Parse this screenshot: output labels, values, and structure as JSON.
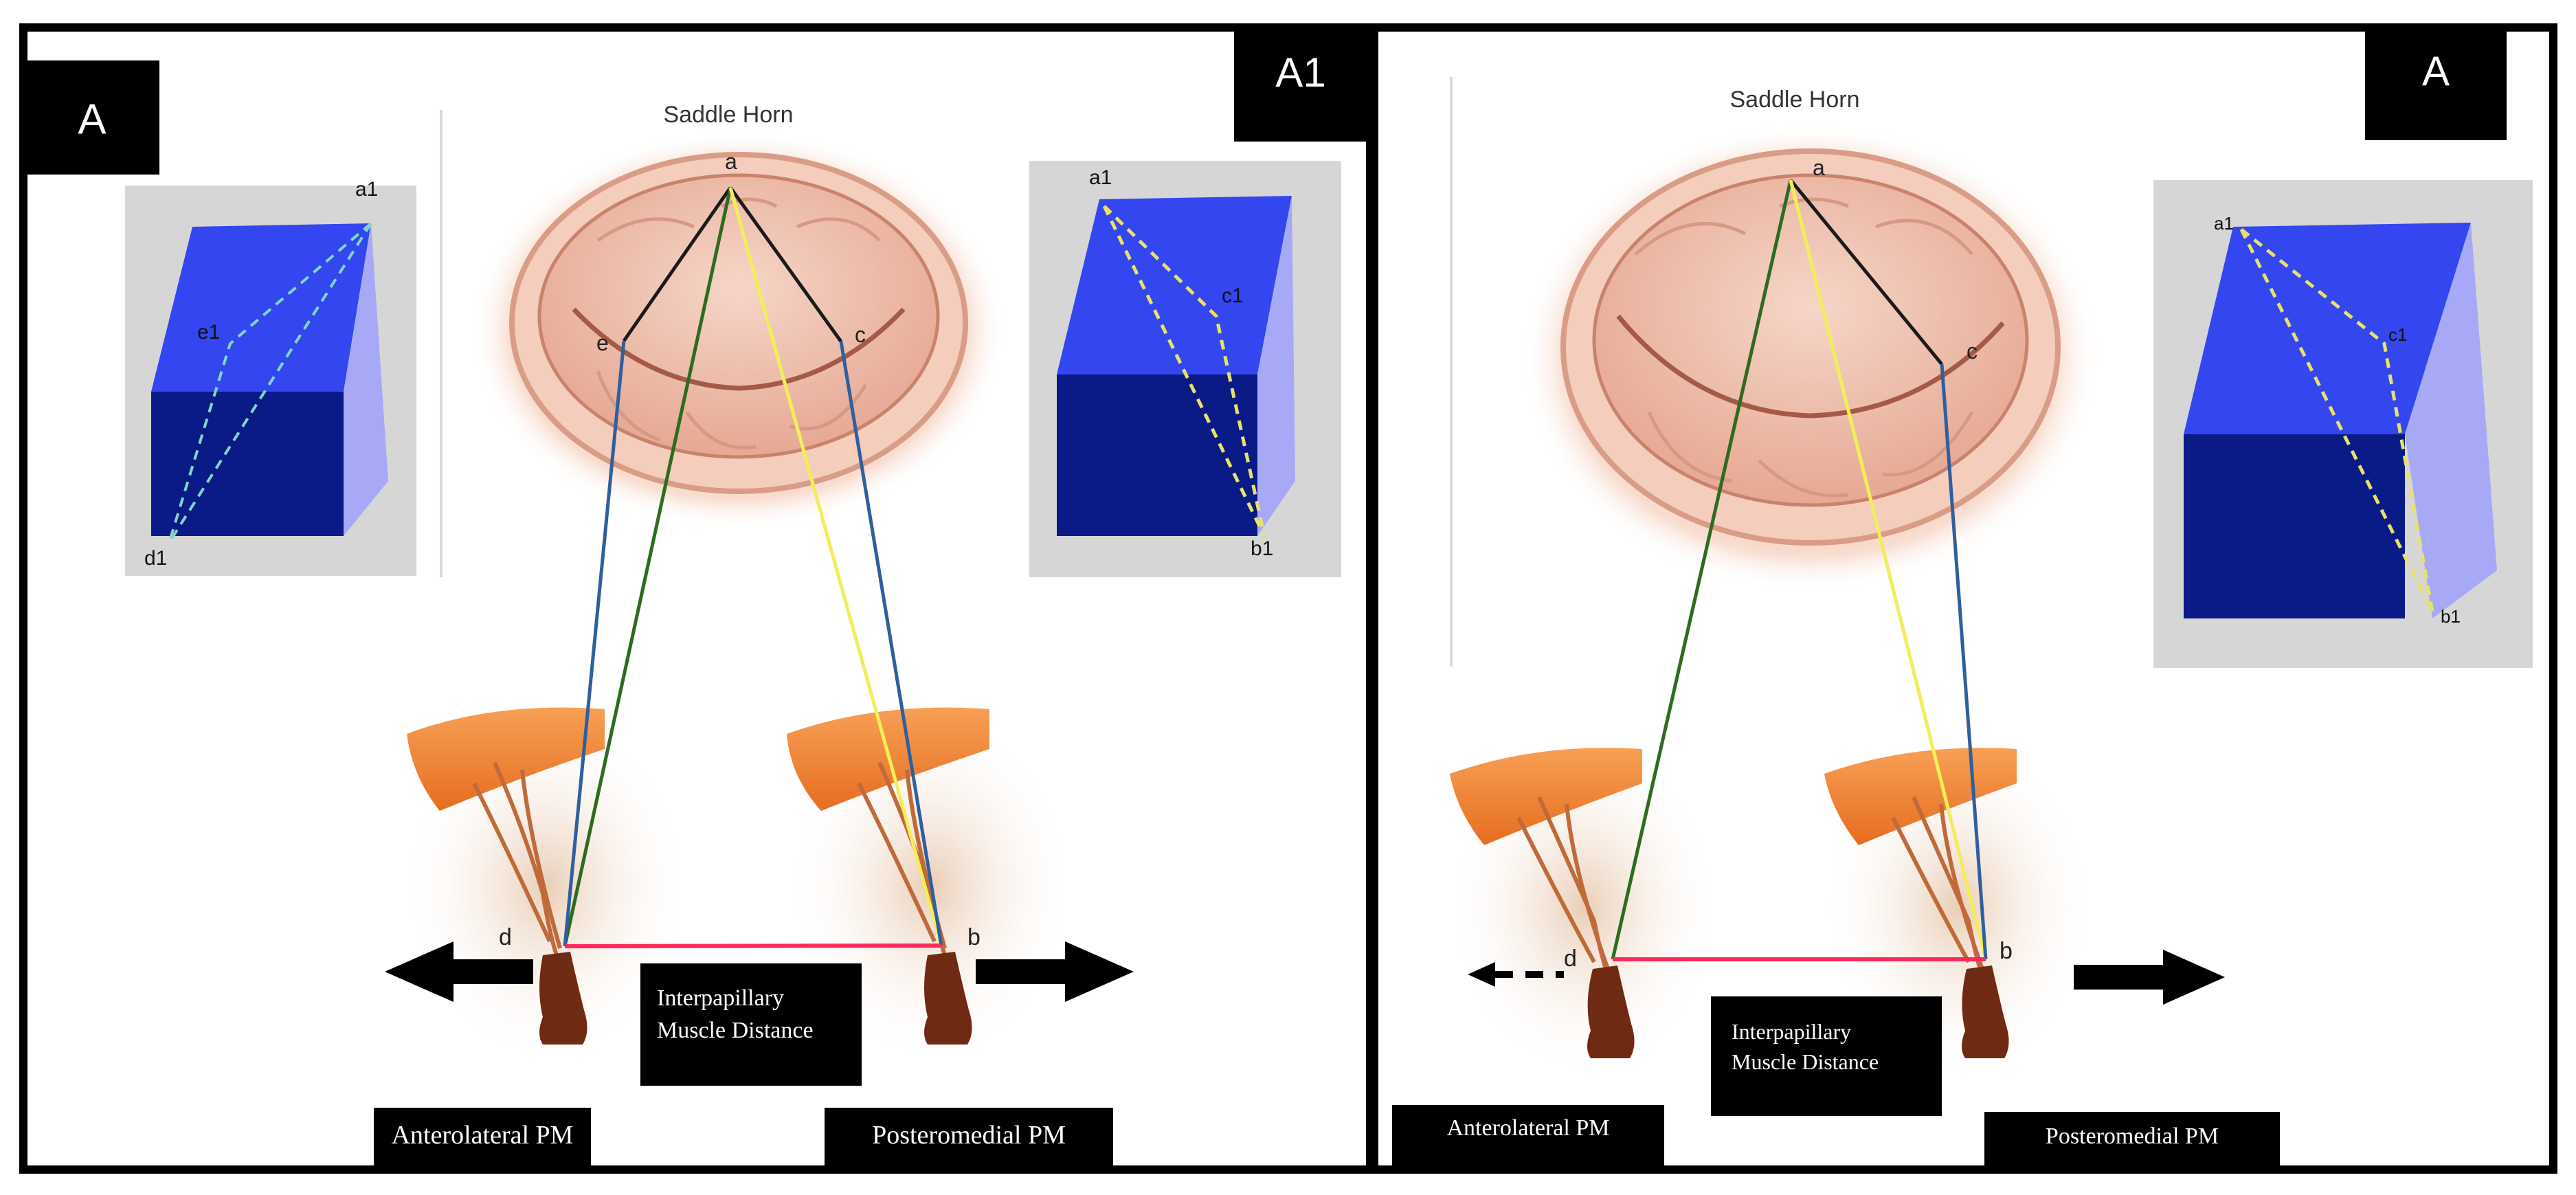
{
  "left_panel": {
    "badge_top_left": "A",
    "badge_top_right": "A1",
    "saddle_horn": "Saddle Horn",
    "points": {
      "a": "a",
      "c": "c",
      "e": "e",
      "b": "b",
      "d": "d"
    },
    "inset_left": {
      "top": "a1",
      "middle": "e1",
      "bottom": "d1"
    },
    "inset_right": {
      "top": "a1",
      "middle": "c1",
      "bottom": "b1"
    },
    "distance_label_line1": "Interpapillary",
    "distance_label_line2": "Muscle Distance",
    "pm_left": "Anterolateral PM",
    "pm_right": "Posteromedial PM"
  },
  "right_panel": {
    "badge": "A",
    "saddle_horn": "Saddle Horn",
    "points": {
      "a": "a",
      "c": "c",
      "b": "b",
      "d": "d"
    },
    "inset": {
      "top": "a1",
      "middle": "c1",
      "bottom": "b1"
    },
    "distance_label_line1": "Interpapillary",
    "distance_label_line2": "Muscle Distance",
    "pm_left": "Anterolateral PM",
    "pm_right": "Posteromedial PM"
  },
  "colors": {
    "frame": "#000000",
    "line_black": "#1a1a1a",
    "line_green": "#2e6b1f",
    "line_yellow": "#f2ee5a",
    "line_blue": "#2f5f9e",
    "line_red": "#ff2a5a",
    "cube_front": "#0a1a86",
    "cube_top": "#3346f0",
    "cube_side": "#a7a9f7",
    "inset_bg": "#d6d6d6",
    "valve_skin": "#f3c9b8",
    "muscle_orange": "#f08a3a",
    "muscle_brown": "#6e2a12"
  }
}
